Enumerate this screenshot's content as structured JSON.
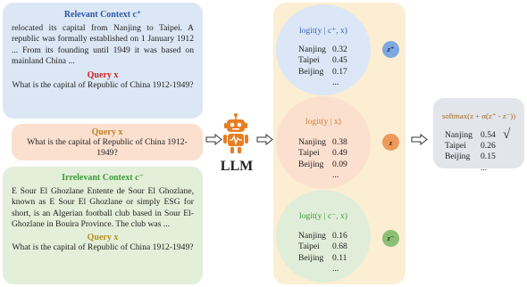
{
  "relevant": {
    "title": "Relevant Context c⁺",
    "text": "relocated its capital from Nanjing to Taipei. A republic was formally established on 1 January 1912 ... From its founding until 1949 it was based on mainland China ...",
    "query_title": "Query x",
    "query": "What is the capital of Republic of China 1912-1949?"
  },
  "plain": {
    "query_title": "Query x",
    "query": "What is the capital of Republic of China 1912-1949?"
  },
  "irrelevant": {
    "title": "Irrelevant Context c⁻",
    "text": "E Sour El Ghozlane Entente de Sour El Ghozlane, known as E Sour El Ghozlane or simply ESG for short, is an Algerian football club based in Sour El-Ghozlane in Bouira Province. The club was ...",
    "query_title": "Query x",
    "query": "What is the capital of Republic of China 1912-1949?"
  },
  "llm": {
    "label": "LLM"
  },
  "logits": [
    {
      "title": "logit(y | c⁺, x)",
      "z": "z⁺",
      "items": [
        {
          "label": "Nanjing",
          "value": "0.32"
        },
        {
          "label": "Taipei",
          "value": "0.45"
        },
        {
          "label": "Beijing",
          "value": "0.17"
        }
      ],
      "more": "..."
    },
    {
      "title": "logit(y | x)",
      "z": "z",
      "items": [
        {
          "label": "Nanjing",
          "value": "0.38"
        },
        {
          "label": "Taipei",
          "value": "0.49"
        },
        {
          "label": "Beijing",
          "value": "0.09"
        }
      ],
      "more": "..."
    },
    {
      "title": "logit(y | c⁻, x)",
      "z": "z⁻",
      "items": [
        {
          "label": "Nanjing",
          "value": "0.16"
        },
        {
          "label": "Taipei",
          "value": "0.68"
        },
        {
          "label": "Beijing",
          "value": "0.11"
        }
      ],
      "more": "..."
    }
  ],
  "output": {
    "title": "softmax(z + α(z⁺ - z⁻))",
    "items": [
      {
        "label": "Nanjing",
        "value": "0.54",
        "mark": "√"
      },
      {
        "label": "Taipei",
        "value": "0.26",
        "mark": ""
      },
      {
        "label": "Beijing",
        "value": "0.15",
        "mark": ""
      }
    ],
    "more": "..."
  },
  "colors": {
    "relevant_bg": "#dce7f5",
    "relevant_title": "#2e58a8",
    "plain_bg": "#fbe0cf",
    "irrelevant_bg": "#e3efd9",
    "irrelevant_title": "#3f9a3a",
    "query_title": "#cc2222",
    "query_title_plain": "#c0831f",
    "query_title_irrelevant": "#b9901f",
    "panel_bg": "#fbeed2",
    "circle_blue": "#dbe7f6",
    "circle_orange": "#fbe0cf",
    "circle_green": "#e0eed9",
    "z_plus": "#7ea8df",
    "z_mid": "#ec9a5c",
    "z_minus": "#8cbf76",
    "robot": "#e67e22",
    "output_bg": "#e2e5ea",
    "output_title": "#a06a1a"
  }
}
